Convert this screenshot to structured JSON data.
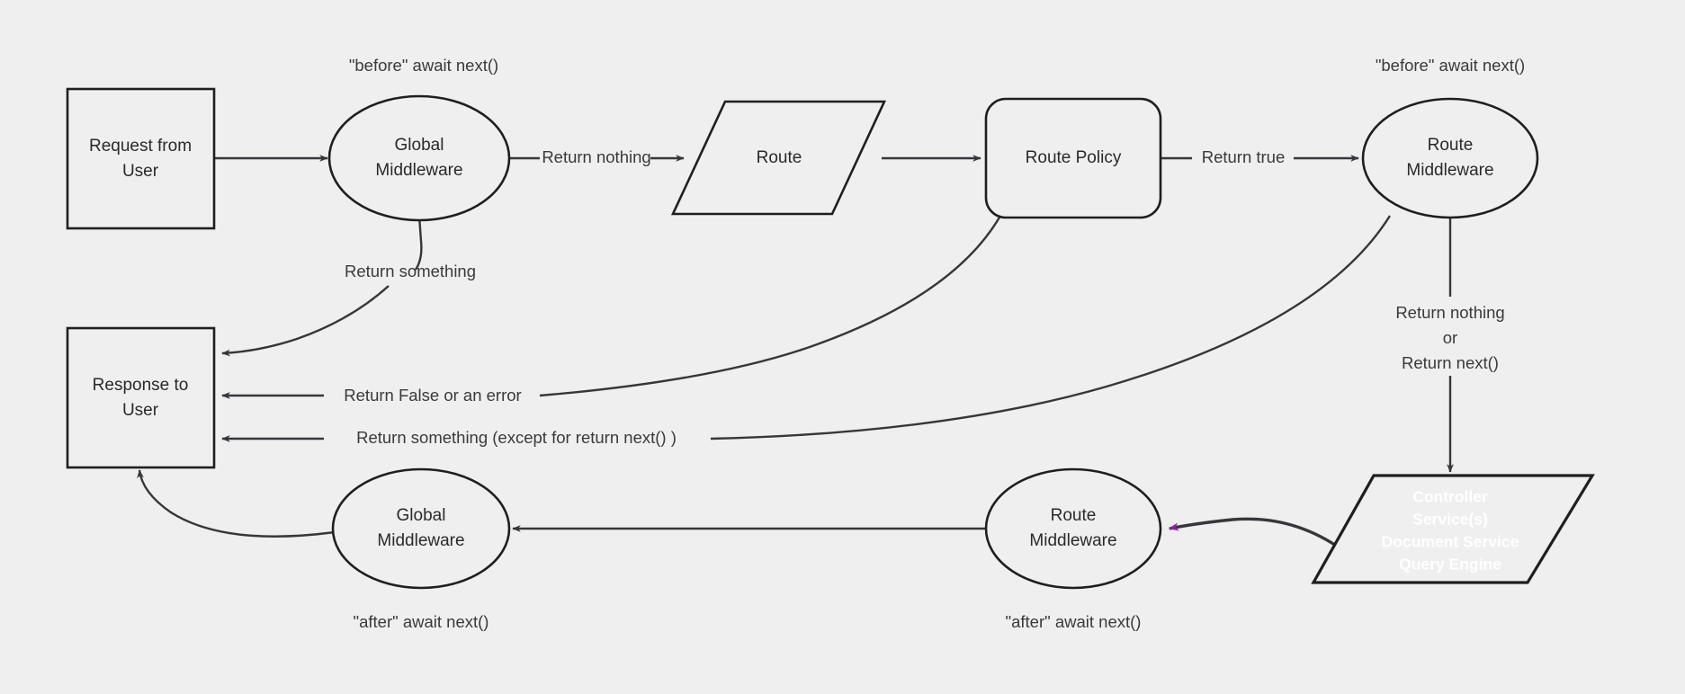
{
  "diagram": {
    "background_color": "#efefef",
    "stroke_color": "#1f1f1f",
    "edge_color": "#36373a",
    "accent_color": "#8e21ab",
    "accent_text_color": "#ffffff",
    "nodes": {
      "request_from_user": {
        "line1": "Request from",
        "line2": "User",
        "shape": "rectangle"
      },
      "global_middleware_before": {
        "line1": "Global",
        "line2": "Middleware",
        "shape": "ellipse"
      },
      "route": {
        "line1": "Route",
        "shape": "parallelogram"
      },
      "route_policy": {
        "line1": "Route Policy",
        "shape": "rounded-rectangle"
      },
      "route_middleware_before": {
        "line1": "Route",
        "line2": "Middleware",
        "shape": "ellipse"
      },
      "controller_services": {
        "line1": "Controller",
        "line2": "Service(s)",
        "line3": "Document Service",
        "line4": "Query Engine",
        "shape": "parallelogram"
      },
      "route_middleware_after": {
        "line1": "Route",
        "line2": "Middleware",
        "shape": "ellipse"
      },
      "global_middleware_after": {
        "line1": "Global",
        "line2": "Middleware",
        "shape": "ellipse"
      },
      "response_to_user": {
        "line1": "Response to",
        "line2": "User",
        "shape": "rectangle"
      }
    },
    "captions": {
      "before_global": "\"before\" await next()",
      "before_route": "\"before\" await next()",
      "after_global": "\"after\" await next()",
      "after_route": "\"after\" await next()"
    },
    "edge_labels": {
      "return_nothing": "Return nothing",
      "return_true": "Return true",
      "return_something": "Return something",
      "return_false_or_error": "Return False or an error",
      "return_something_except": "Return something (except for return next() )",
      "return_nothing_or_next_l1": "Return nothing",
      "return_nothing_or_next_l2": "or",
      "return_nothing_or_next_l3": "Return next()"
    }
  }
}
